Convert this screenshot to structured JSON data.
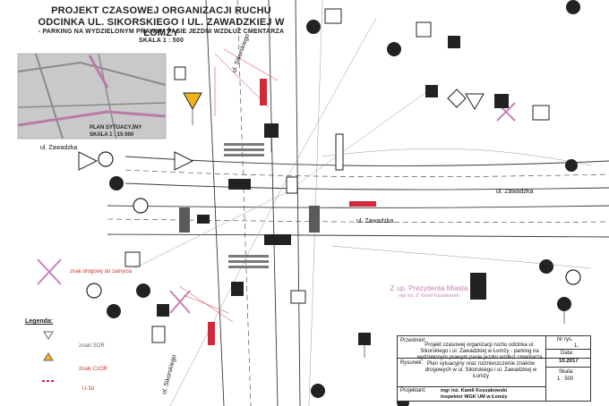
{
  "header": {
    "line1": "PROJEKT CZASOWEJ ORGANIZACJI RUCHU",
    "line2": "ODCINKA UL. SIKORSKIEGO I UL. ZAWADZKIEJ W ŁOMŻY",
    "line3": "- PARKING NA WYDZIELONYM PRAWYM PASIE JEZDNI WZDŁUŻ CMENTARZA",
    "scale": "SKALA 1 : 500"
  },
  "situation_plan": {
    "title": "PLAN SYTUACYJNY",
    "scale": "SKALA 1 : 15 000"
  },
  "streets": {
    "zawadzka_left": "ul. Zawadzka",
    "zawadzka_right": "ul. Zawadzka",
    "zawadzka_lower": "ul. Zawadzka",
    "sikorskiego_top": "ul. Sikorskiego",
    "sikorskiego_bottom": "ul. Sikorskiego"
  },
  "notes": {
    "removed_sign": "znak drogowy do zakrycia"
  },
  "stamp": {
    "line1": "Z up. Prezydenta Miasta",
    "line2": "mgr inż. Z. Kamil Kossakowski"
  },
  "legend": {
    "title": "Legenda:",
    "items": [
      {
        "label": "znaki SOR",
        "icon": "triangle-sign-icon"
      },
      {
        "label": "znaki CzOR",
        "icon": "warning-sign-icon"
      },
      {
        "label": "U-3d",
        "icon": "red-barrier-icon"
      }
    ]
  },
  "title_block": {
    "subject_label": "Przedmiot:",
    "subject_text": "Projekt czasowej organizacji ruchu odcinka ul. Sikorskiego i ul. Zawadzkiej w Łomży - parking na wydzielonym prawym pasie jezdni wzdłuż cmentarza",
    "drawing_label": "Rysunek:",
    "drawing_text": "Plan sytuacyjny oraz rozmieszczenie znaków drogowych w ul. Sikorskiego i ul. Zawadzkiej w Łomży",
    "designer_label": "Projektant:",
    "designer_text": "mgr inż. Kamil Kossakowski",
    "designer_role": "inspektor WGK UM w Łomży",
    "sheet_label": "Nr rys.",
    "sheet_value": "1.",
    "date_label": "Data:",
    "date_value": "10.2017",
    "scale_label": "Skala:",
    "scale_value": "1 : 500"
  },
  "colors": {
    "line": "#3a3a3a",
    "light_line": "#9a9a9a",
    "accent_red": "#d2283a",
    "pink": "#c97fb8",
    "sign_yellow": "#f2b21c"
  }
}
